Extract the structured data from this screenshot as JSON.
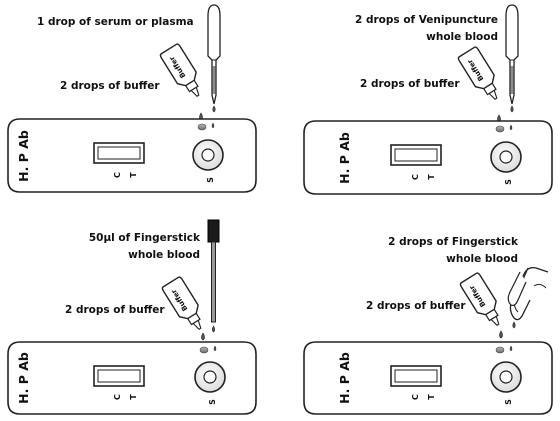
{
  "panels": [
    {
      "method": "dropper",
      "sample_label_lines": [
        "1 drop of serum or plasma"
      ],
      "buffer_label": "2 drops of buffer",
      "bottle_label": "Buffer",
      "cassette": {
        "title": "H. P Ab",
        "control": "C",
        "test": "T",
        "sample": "S"
      }
    },
    {
      "method": "dropper",
      "sample_label_lines": [
        "2 drops of Venipuncture",
        "whole blood"
      ],
      "buffer_label": "2 drops of buffer",
      "bottle_label": "Buffer",
      "cassette": {
        "title": "H. P Ab",
        "control": "C",
        "test": "T",
        "sample": "S"
      }
    },
    {
      "method": "capillary",
      "sample_label_lines": [
        "50µl of Fingerstick",
        "whole blood"
      ],
      "buffer_label": "2 drops of buffer",
      "bottle_label": "Buffer",
      "cassette": {
        "title": "H. P Ab",
        "control": "C",
        "test": "T",
        "sample": "S"
      }
    },
    {
      "method": "finger",
      "sample_label_lines": [
        "2 drops of Fingerstick",
        "whole blood"
      ],
      "buffer_label": "2 drops of buffer",
      "bottle_label": "Buffer",
      "cassette": {
        "title": "H. P Ab",
        "control": "C",
        "test": "T",
        "sample": "S"
      }
    }
  ]
}
